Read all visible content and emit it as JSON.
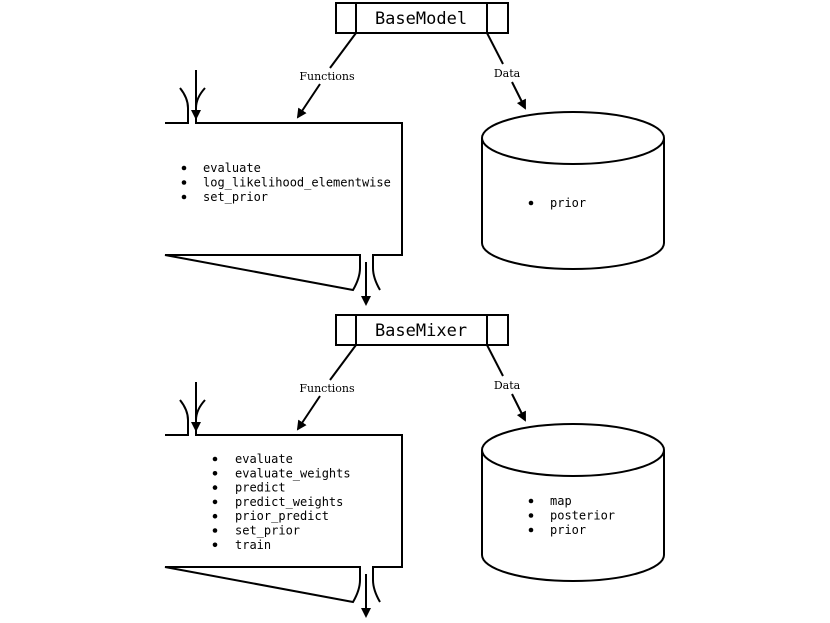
{
  "diagram": {
    "classes": [
      {
        "title": "BaseModel",
        "functions_label": "Functions",
        "data_label": "Data",
        "functions": [
          "evaluate",
          "log_likelihood_elementwise",
          "set_prior"
        ],
        "data": [
          "prior"
        ]
      },
      {
        "title": "BaseMixer",
        "functions_label": "Functions",
        "data_label": "Data",
        "functions": [
          "evaluate",
          "evaluate_weights",
          "predict",
          "predict_weights",
          "prior_predict",
          "set_prior",
          "train"
        ],
        "data": [
          "map",
          "posterior",
          "prior"
        ]
      }
    ],
    "colors": {
      "stroke": "#000000",
      "background": "#ffffff"
    }
  }
}
